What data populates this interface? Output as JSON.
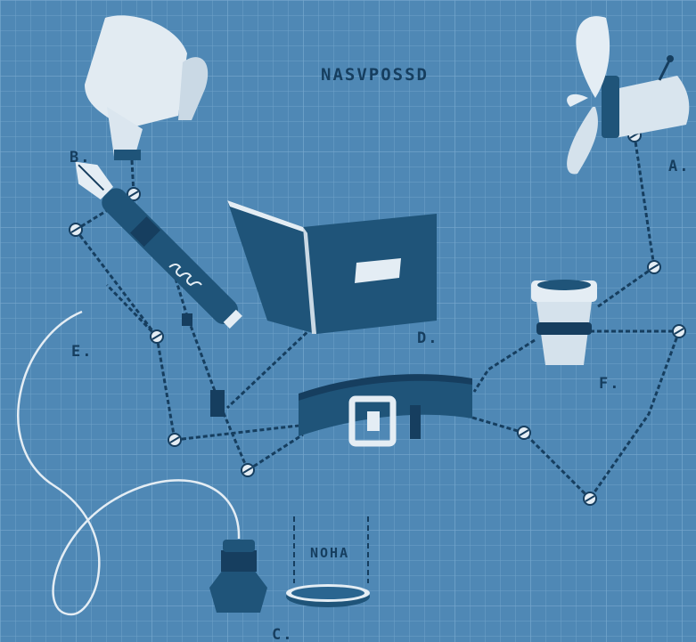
{
  "title": "NASVPOSSD",
  "labels": {
    "a": "A.",
    "b": "B.",
    "c": "C.",
    "d": "D.",
    "e": "E.",
    "f": "F."
  },
  "dimension_label": "NOHA",
  "colors": {
    "paper_blue": "#4f88b5",
    "grid_line": "#6fa2c9",
    "ink_navy": "#163e5f",
    "object_dark": "#1f5479",
    "object_light": "#e4edf4"
  },
  "objects": [
    "propeller-fan",
    "bonnet-hat",
    "fountain-pen",
    "open-book",
    "flower-pot",
    "belt",
    "ink-bottle",
    "coin-disc"
  ]
}
